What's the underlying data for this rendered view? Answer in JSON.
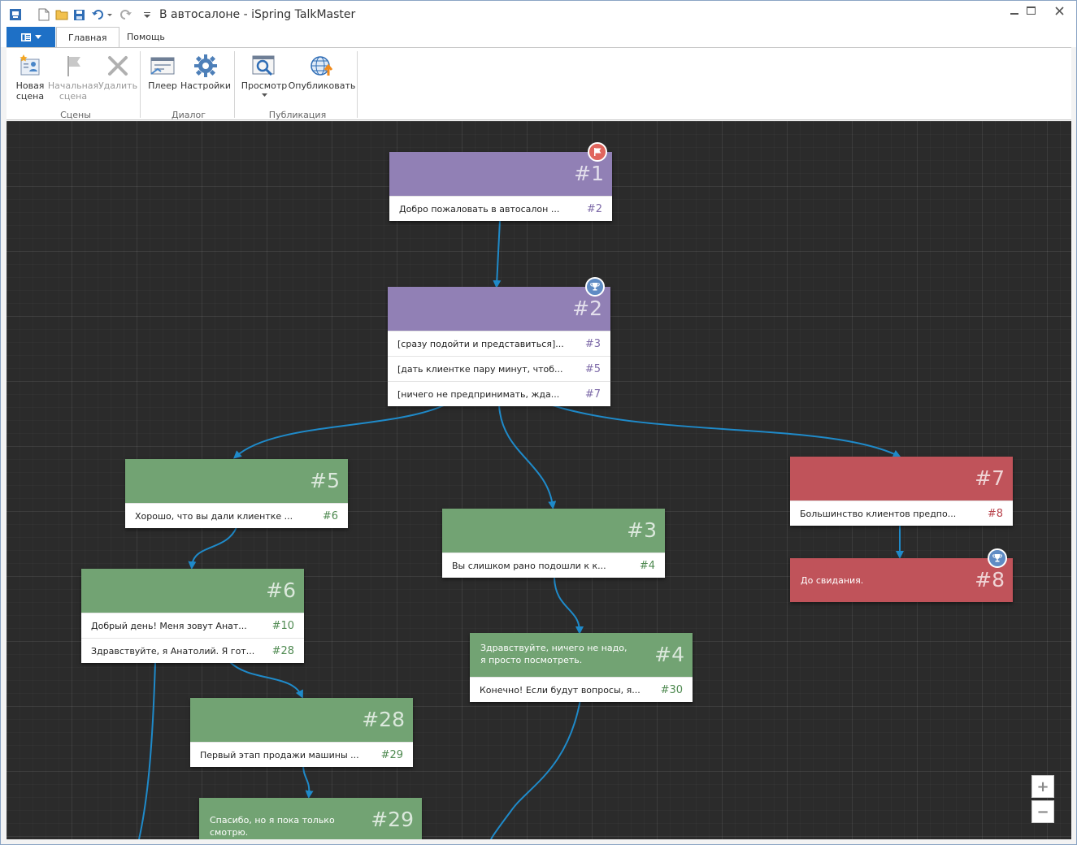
{
  "window": {
    "title": "В автосалоне - iSpring TalkMaster"
  },
  "ribbon": {
    "tabs": [
      {
        "label": "Главная"
      },
      {
        "label": "Помощь"
      }
    ],
    "buttons": {
      "new_scene": "Новая\nсцена",
      "start_scene": "Начальная\nсцена",
      "delete": "Удалить",
      "player": "Плеер",
      "settings": "Настройки",
      "preview": "Просмотр",
      "publish": "Опубликовать"
    },
    "groups": {
      "scenes": "Сцены",
      "dialog": "Диалог",
      "publication": "Публикация"
    }
  },
  "nodes": {
    "n1": {
      "num": "#1",
      "rows": [
        {
          "text": "Добро пожаловать в автосалон ...",
          "link": "#2"
        }
      ]
    },
    "n2": {
      "num": "#2",
      "rows": [
        {
          "text": "[сразу подойти и представиться]...",
          "link": "#3"
        },
        {
          "text": "[дать клиентке пару минут, чтоб...",
          "link": "#5"
        },
        {
          "text": "[ничего не предпринимать, жда...",
          "link": "#7"
        }
      ]
    },
    "n5": {
      "num": "#5",
      "rows": [
        {
          "text": "Хорошо, что вы дали клиентке ...",
          "link": "#6"
        }
      ]
    },
    "n3": {
      "num": "#3",
      "rows": [
        {
          "text": "Вы слишком рано подошли к к...",
          "link": "#4"
        }
      ]
    },
    "n7": {
      "num": "#7",
      "rows": [
        {
          "text": "Большинство клиентов предпо...",
          "link": "#8"
        }
      ]
    },
    "n8": {
      "num": "#8",
      "text": "До свидания."
    },
    "n6": {
      "num": "#6",
      "rows": [
        {
          "text": "Добрый день! Меня зовут Анат...",
          "link": "#10"
        },
        {
          "text": "Здравствуйте, я Анатолий. Я гот...",
          "link": "#28"
        }
      ]
    },
    "n4": {
      "num": "#4",
      "text": "Здравствуйте, ничего не надо, я просто посмотреть.",
      "rows": [
        {
          "text": "Конечно! Если будут вопросы, я...",
          "link": "#30"
        }
      ]
    },
    "n28": {
      "num": "#28",
      "rows": [
        {
          "text": "Первый этап продажи машины ...",
          "link": "#29"
        }
      ]
    },
    "n29": {
      "num": "#29",
      "text": "Спасибо, но я пока только смотрю."
    }
  },
  "zoom": {
    "in": "+",
    "out": "−"
  },
  "colors": {
    "scene_purple": "#9180b5",
    "scene_green": "#72a373",
    "scene_red": "#c0535a",
    "link_line": "#1f8ac9",
    "canvas_bg": "#2b2b2b"
  }
}
